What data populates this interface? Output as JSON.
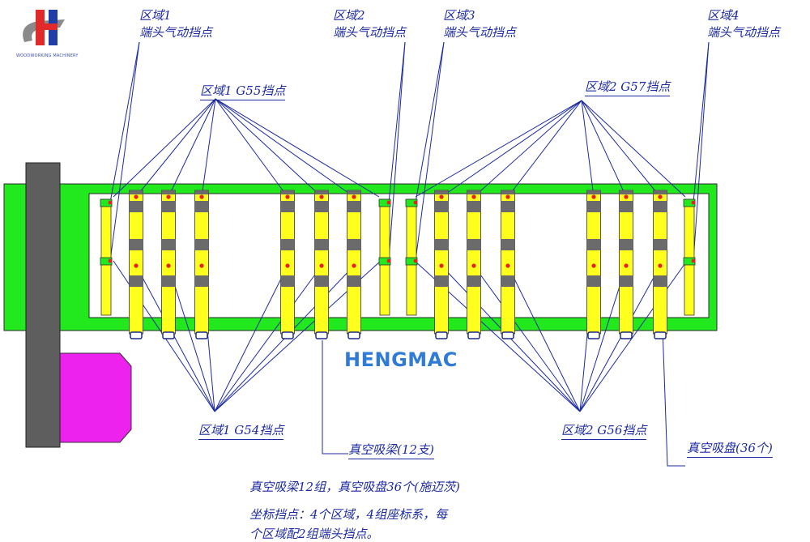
{
  "logo": {
    "caption": "WOODWORKING MACHINERY",
    "colors": [
      "#e12a2a",
      "#1f3ea8",
      "#8a8a8a"
    ]
  },
  "brand": "HENGMAC",
  "labels": {
    "zone1_end": {
      "line1": "区域1",
      "line2": "端头气动挡点"
    },
    "zone2_end": {
      "line1": "区域2",
      "line2": "端头气动挡点"
    },
    "zone3_end": {
      "line1": "区域3",
      "line2": "端头气动挡点"
    },
    "zone4_end": {
      "line1": "区域4",
      "line2": "端头气动挡点"
    },
    "g55": "区域1 G55挡点",
    "g57": "区域2 G57挡点",
    "g54": "区域1 G54挡点",
    "g56": "区域2 G56挡点",
    "beam": "真空吸梁(12支)",
    "cup": "真空吸盘(36个)"
  },
  "notes": {
    "line1": "真空吸梁12组，真空吸盘36个(施迈茨)",
    "line2": "坐标挡点：4个区域，4组座标系，每",
    "line3": "个区域配2组端头挡点。"
  },
  "colors": {
    "table": "#22e81e",
    "table_inner": "#ffffff",
    "beam": "#ffff1e",
    "pad": "#6b6b6b",
    "frame": "#5e5e5e",
    "magenta": "#ee22ee",
    "leader": "#1c2aa0",
    "point": "#e82020"
  }
}
